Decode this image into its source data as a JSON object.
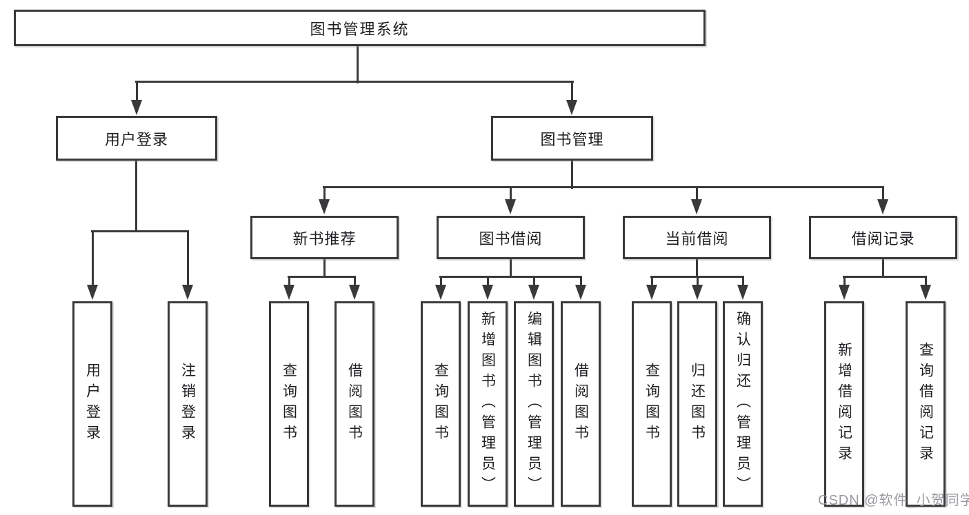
{
  "tree": {
    "label": "图书管理系统",
    "children": [
      {
        "label": "用户登录",
        "children": [
          {
            "label": "用户登录"
          },
          {
            "label": "注销登录"
          }
        ]
      },
      {
        "label": "图书管理",
        "children": [
          {
            "label": "新书推荐",
            "children": [
              {
                "label": "查询图书"
              },
              {
                "label": "借阅图书"
              }
            ]
          },
          {
            "label": "图书借阅",
            "children": [
              {
                "label": "查询图书"
              },
              {
                "label": "新增图书（管理员）"
              },
              {
                "label": "编辑图书（管理员）"
              },
              {
                "label": "借阅图书"
              }
            ]
          },
          {
            "label": "当前借阅",
            "children": [
              {
                "label": "查询图书"
              },
              {
                "label": "归还图书"
              },
              {
                "label": "确认归还（管理员）"
              }
            ]
          },
          {
            "label": "借阅记录",
            "children": [
              {
                "label": "新增借阅记录"
              },
              {
                "label": "查询借阅记录"
              }
            ]
          }
        ]
      }
    ]
  },
  "watermark": {
    "text": "CSDN @软件_小贺同学"
  },
  "colors": {
    "line": "#39393b",
    "background": "#ffffff",
    "watermark_gray": "#94959b"
  }
}
